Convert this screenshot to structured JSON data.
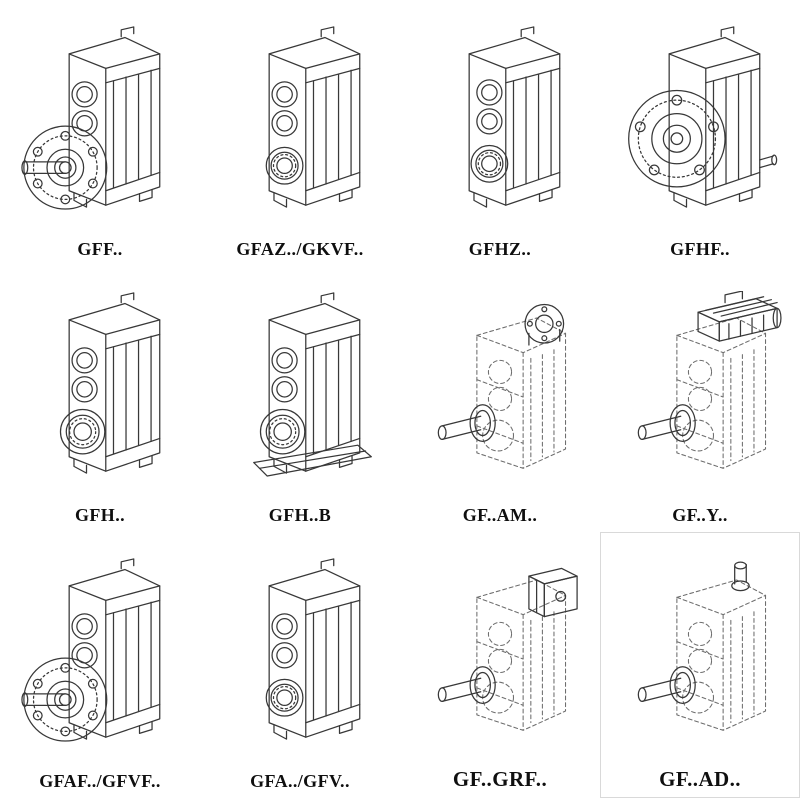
{
  "page": {
    "background": "#ffffff",
    "ink_color": "#383838",
    "dashed_ink_color": "#6e6e6e",
    "label_color": "#0f0f0f"
  },
  "catalog": {
    "items": [
      {
        "label": "GFF..",
        "symbol": "#gb-flange",
        "style": "solid-line drawing, output flange with bolt holes and shaft"
      },
      {
        "label": "GFAZ../GKVF..",
        "symbol": "#gb-hollow",
        "style": "solid-line drawing, hollow output with bearing rings"
      },
      {
        "label": "GFHZ..",
        "symbol": "#gb-hollow2",
        "style": "solid-line drawing, hollow shaft angled view"
      },
      {
        "label": "GFHF..",
        "symbol": "#gb-flange-big",
        "style": "solid-line drawing, large front flange with bolt holes"
      },
      {
        "label": "GFH..",
        "symbol": "#gb-bores",
        "style": "solid-line drawing, shaft-mounted with bearing detail"
      },
      {
        "label": "GFH..B",
        "symbol": "#gb-bores-base",
        "style": "solid-line drawing, with mounting base plate"
      },
      {
        "label": "GF..AM..",
        "symbol": "#gb-am",
        "style": "dashed-line drawing, IEC adapter flange on input"
      },
      {
        "label": "GF..Y..",
        "symbol": "#gb-y",
        "style": "dashed-line drawing, motor mounted on top"
      },
      {
        "label": "GFAF../GFVF..",
        "symbol": "#gb-flange",
        "style": "solid-line drawing, output flange with bolt holes and shaft"
      },
      {
        "label": "GFA../GFV..",
        "symbol": "#gb-hollow",
        "style": "solid-line drawing, hollow output with bearing rings"
      },
      {
        "label": "GF..GRF..",
        "symbol": "#gb-grf",
        "style": "dashed-line drawing, gear adapter box on input"
      },
      {
        "label": "GF..AD..",
        "symbol": "#gb-ad",
        "style": "dashed-line drawing, free input shaft on top"
      }
    ]
  }
}
